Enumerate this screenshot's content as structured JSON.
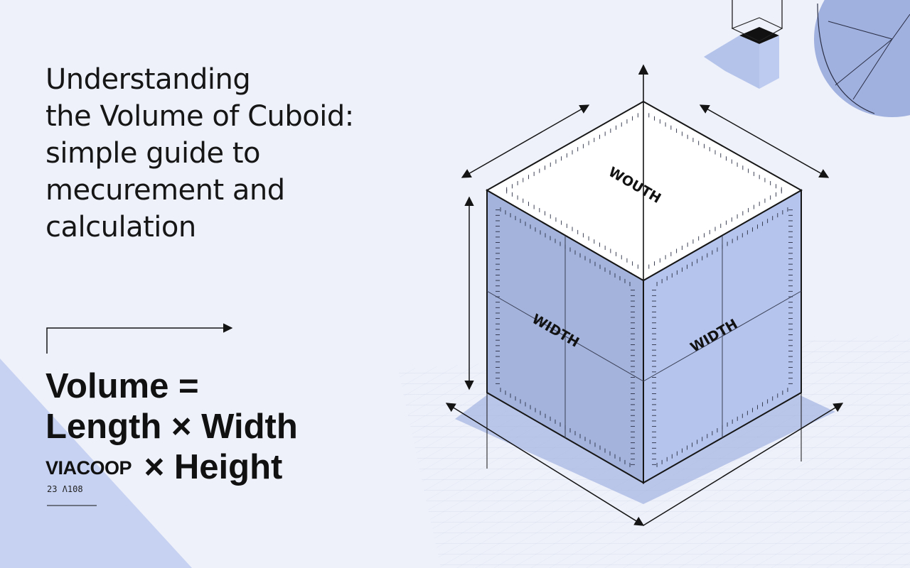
{
  "title_lines": [
    "Understanding",
    "the Volume of Cuboid:",
    "simple guide to",
    "mecurement and",
    "calculation"
  ],
  "formula": {
    "line1": "Volume =",
    "line2": "Length × Width",
    "line3_code": "VIACOOP",
    "line3_rest": "× Height",
    "footnote": "23 Λ108"
  },
  "cube_labels": {
    "top": "WOUTH",
    "front_left": "WIDTH",
    "front_right": "WIDTH"
  },
  "colors": {
    "background": "#eef1fa",
    "accent": "#8fa6dc",
    "face_left": "#a3b3dc",
    "face_right": "#b4c4ec",
    "face_top": "#ffffff",
    "ink": "#141414"
  }
}
